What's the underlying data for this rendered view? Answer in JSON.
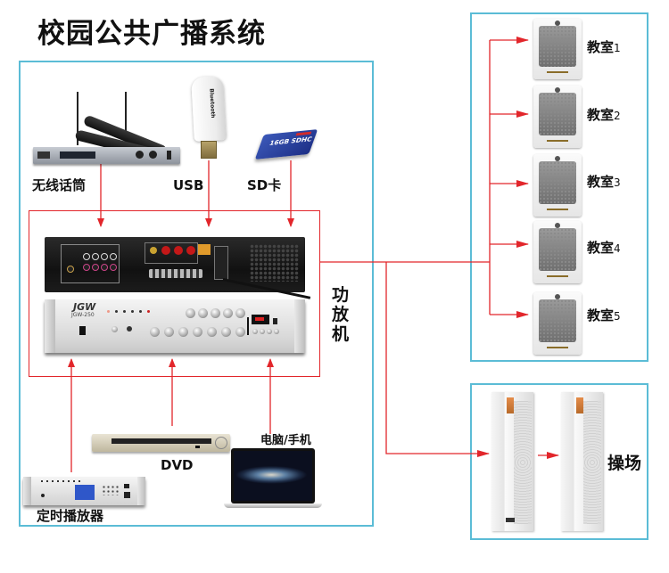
{
  "title": "校园公共广播系统",
  "colors": {
    "frame": "#5bbcd6",
    "wire": "#e2262b",
    "text": "#111111"
  },
  "inputs_top": [
    {
      "id": "wireless-mic",
      "label": "无线话筒"
    },
    {
      "id": "usb",
      "label": "USB",
      "device_text": "Bluetooth"
    },
    {
      "id": "sd-card",
      "label": "SD卡",
      "device_text": "16GB SDHC"
    }
  ],
  "amplifier": {
    "label": "功放机",
    "brand": "JGW",
    "model": "JGW-250"
  },
  "inputs_bottom": [
    {
      "id": "timer-player",
      "label": "定时播放器"
    },
    {
      "id": "dvd",
      "label": "DVD"
    },
    {
      "id": "pc-phone",
      "label": "电脑/手机"
    }
  ],
  "classrooms": [
    {
      "name": "教室",
      "num": "1"
    },
    {
      "name": "教室",
      "num": "2"
    },
    {
      "name": "教室",
      "num": "3"
    },
    {
      "name": "教室",
      "num": "4"
    },
    {
      "name": "教室",
      "num": "5"
    }
  ],
  "playground": {
    "label": "操场",
    "speaker_count": 2
  }
}
